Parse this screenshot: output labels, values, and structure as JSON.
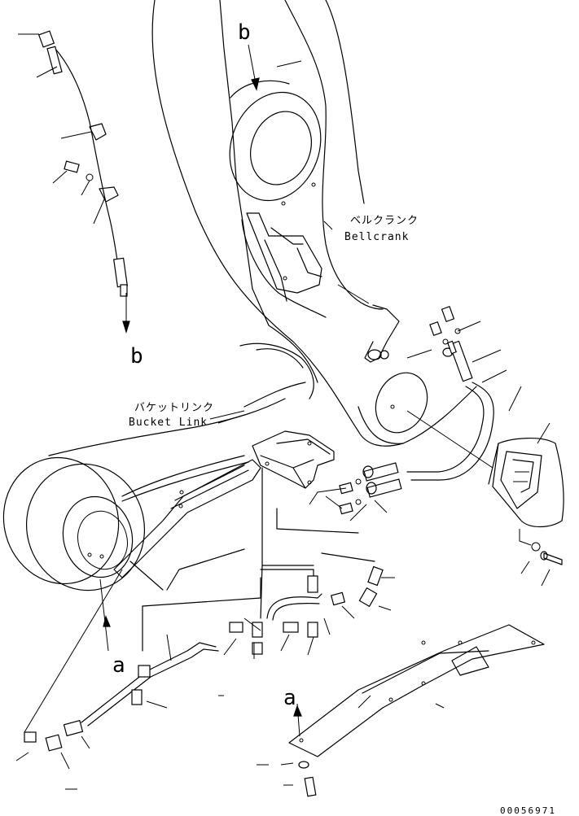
{
  "labels": {
    "bellcrank_jp": "ベルクランク",
    "bellcrank_en": "Bellcrank",
    "bucketlink_jp": "バケットリンク",
    "bucketlink_en": "Bucket Link",
    "ref_b_top": "b",
    "ref_b_left": "b",
    "ref_a_left": "a",
    "ref_a_bottom": "a",
    "drawing_number": "00056971"
  }
}
